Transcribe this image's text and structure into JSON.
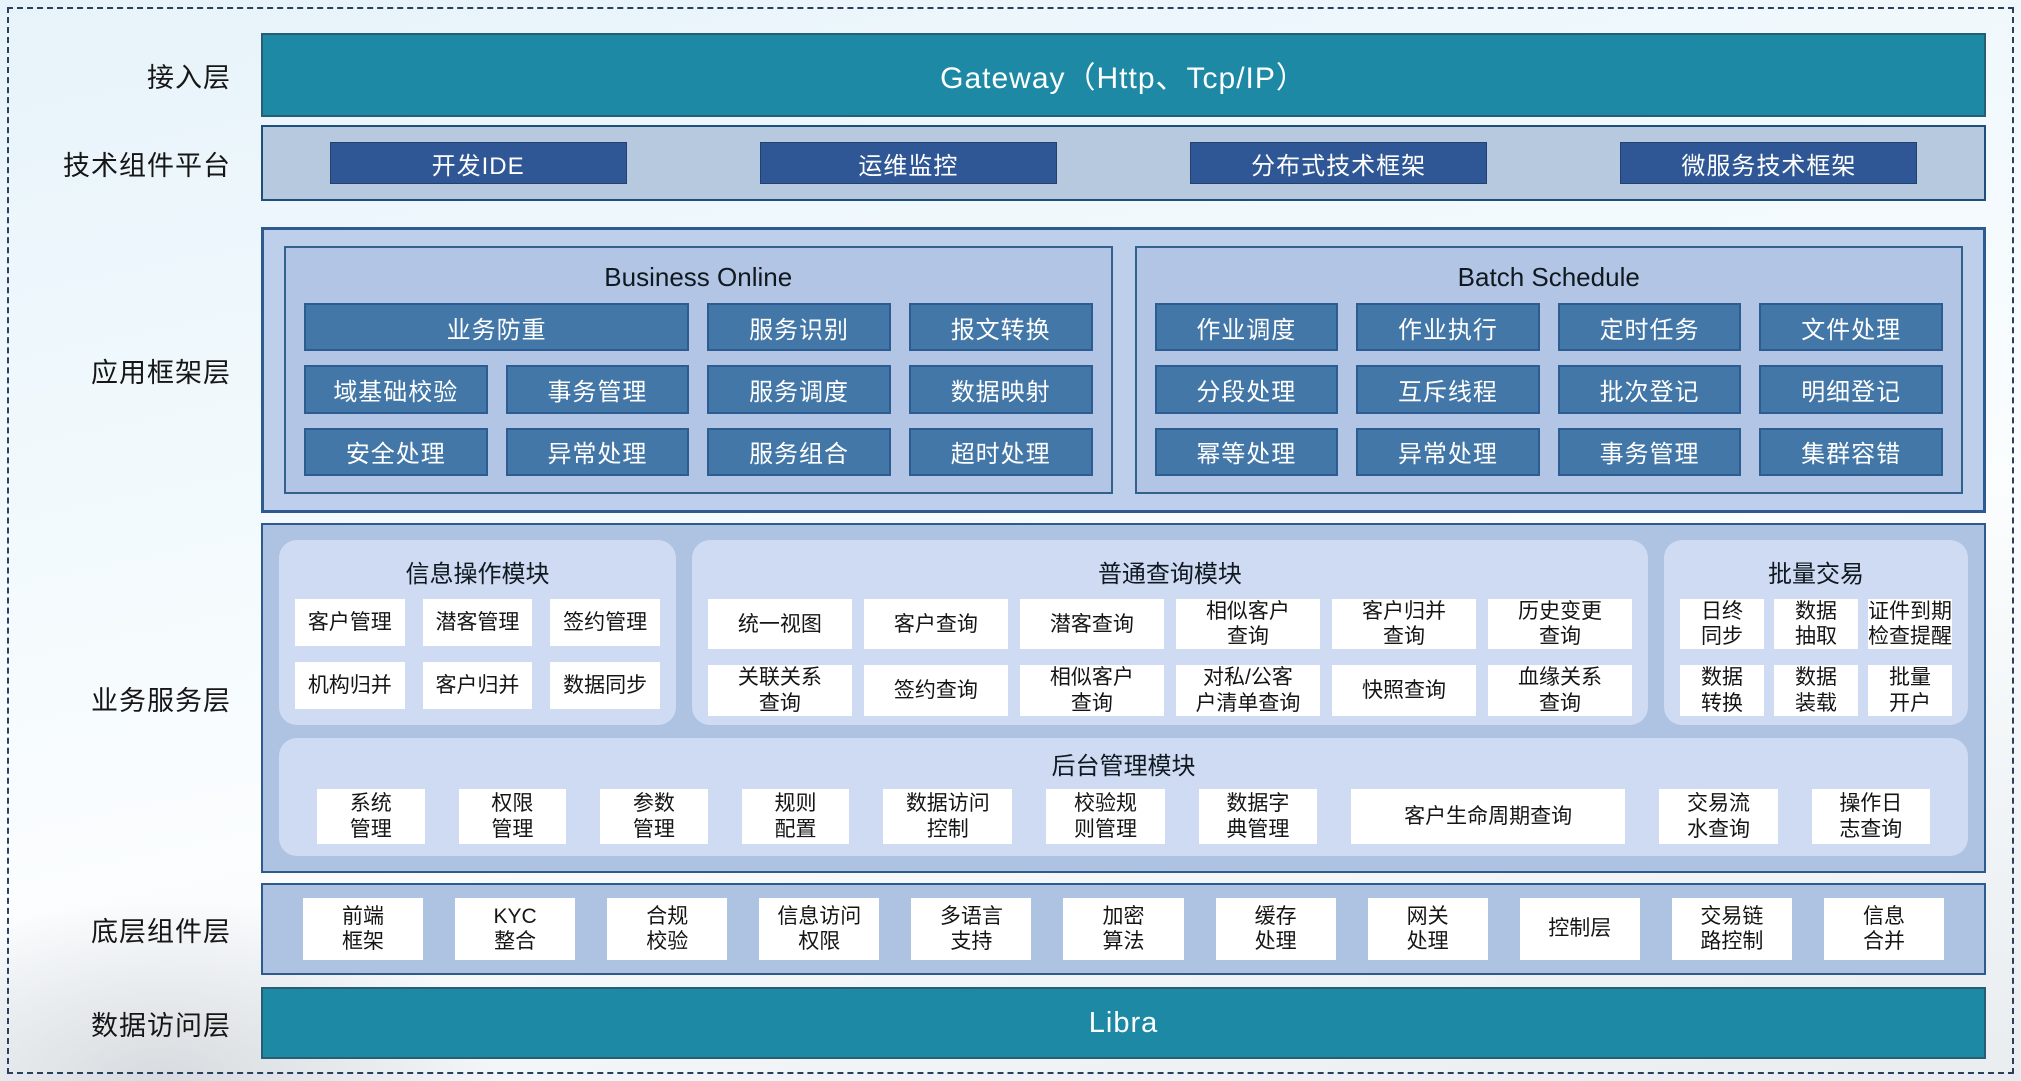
{
  "palette": {
    "teal": "#1d89a5",
    "navy_button": "#2f5795",
    "steel_button": "#4377a8",
    "panel_light_steel": "#b7c9de",
    "framework_fill": "#bdcfeb",
    "business_fill": "#aec2e2",
    "subpanel_fill": "#cfdbf3",
    "card_fill": "#ffffff",
    "border_navy": "#2e5b8f"
  },
  "access_layer": {
    "label": "接入层",
    "bar_text": "Gateway（Http、Tcp/IP）"
  },
  "tech_platform": {
    "label": "技术组件平台",
    "items": [
      "开发IDE",
      "运维监控",
      "分布式技术框架",
      "微服务技术框架"
    ]
  },
  "app_framework": {
    "label": "应用框架层",
    "business_online": {
      "title": "Business Online",
      "buttons": [
        {
          "label": "业务防重",
          "span": 2
        },
        "服务识别",
        "报文转换",
        "域基础校验",
        "事务管理",
        "服务调度",
        "数据映射",
        "安全处理",
        "异常处理",
        "服务组合",
        "超时处理"
      ]
    },
    "batch_schedule": {
      "title": "Batch Schedule",
      "buttons": [
        "作业调度",
        "作业执行",
        "定时任务",
        "文件处理",
        "分段处理",
        "互斥线程",
        "批次登记",
        "明细登记",
        "幂等处理",
        "异常处理",
        "事务管理",
        "集群容错"
      ]
    }
  },
  "business_service": {
    "label": "业务服务层",
    "info_module": {
      "title": "信息操作模块",
      "cards": [
        "客户管理",
        "潜客管理",
        "签约管理",
        "机构归并",
        "客户归并",
        "数据同步"
      ]
    },
    "query_module": {
      "title": "普通查询模块",
      "cards": [
        "统一视图",
        "客户查询",
        "潜客查询",
        "相似客户\n查询",
        "客户归并\n查询",
        "历史变更\n查询",
        "关联关系\n查询",
        "签约查询",
        "相似客户\n查询",
        "对私/公客\n户清单查询",
        "快照查询",
        "血缘关系\n查询"
      ]
    },
    "batch_trade_module": {
      "title": "批量交易",
      "cards": [
        "日终\n同步",
        "数据\n抽取",
        "证件到期\n检查提醒",
        "数据\n转换",
        "数据\n装载",
        "批量\n开户"
      ]
    },
    "admin_module": {
      "title": "后台管理模块",
      "cards": [
        "系统\n管理",
        "权限\n管理",
        "参数\n管理",
        "规则\n配置",
        "数据访问\n控制",
        "校验规\n则管理",
        "数据字\n典管理",
        "客户生命周期查询",
        "交易流\n水查询",
        "操作日\n志查询"
      ]
    }
  },
  "base_components": {
    "label": "底层组件层",
    "cards": [
      "前端\n框架",
      "KYC\n整合",
      "合规\n校验",
      "信息访问\n权限",
      "多语言\n支持",
      "加密\n算法",
      "缓存\n处理",
      "网关\n处理",
      "控制层",
      "交易链\n路控制",
      "信息\n合并"
    ]
  },
  "data_access_layer": {
    "label": "数据访问层",
    "bar_text": "Libra"
  }
}
